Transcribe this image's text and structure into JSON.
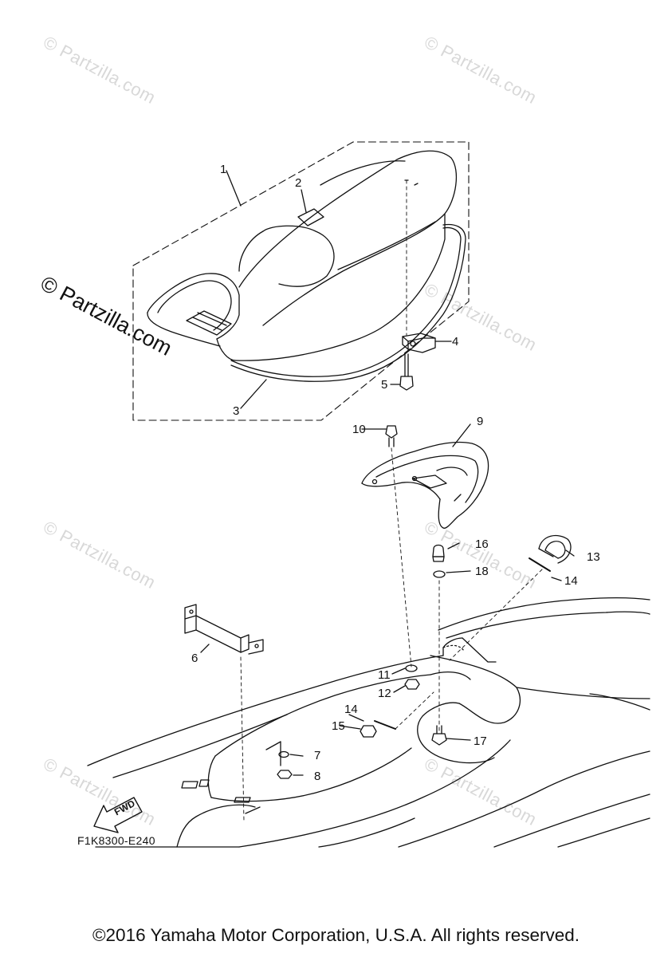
{
  "watermarks": {
    "light": "© Partzilla.com",
    "bold": "© Partzilla.com"
  },
  "callouts": [
    {
      "id": "1",
      "label": "1"
    },
    {
      "id": "2",
      "label": "2"
    },
    {
      "id": "3",
      "label": "3"
    },
    {
      "id": "4",
      "label": "4"
    },
    {
      "id": "5",
      "label": "5"
    },
    {
      "id": "6",
      "label": "6"
    },
    {
      "id": "7",
      "label": "7"
    },
    {
      "id": "8",
      "label": "8"
    },
    {
      "id": "9",
      "label": "9"
    },
    {
      "id": "10",
      "label": "10"
    },
    {
      "id": "11",
      "label": "11"
    },
    {
      "id": "12",
      "label": "12"
    },
    {
      "id": "13",
      "label": "13"
    },
    {
      "id": "14a",
      "label": "14"
    },
    {
      "id": "14b",
      "label": "14"
    },
    {
      "id": "15",
      "label": "15"
    },
    {
      "id": "16",
      "label": "16"
    },
    {
      "id": "17",
      "label": "17"
    },
    {
      "id": "18",
      "label": "18"
    }
  ],
  "fwd_label": "FWD",
  "diagram_code": "F1K8300-E240",
  "copyright": "©2016 Yamaha Motor Corporation, U.S.A. All rights reserved.",
  "colors": {
    "line": "#111111",
    "watermark": "#d8d8d8",
    "background": "#ffffff"
  }
}
